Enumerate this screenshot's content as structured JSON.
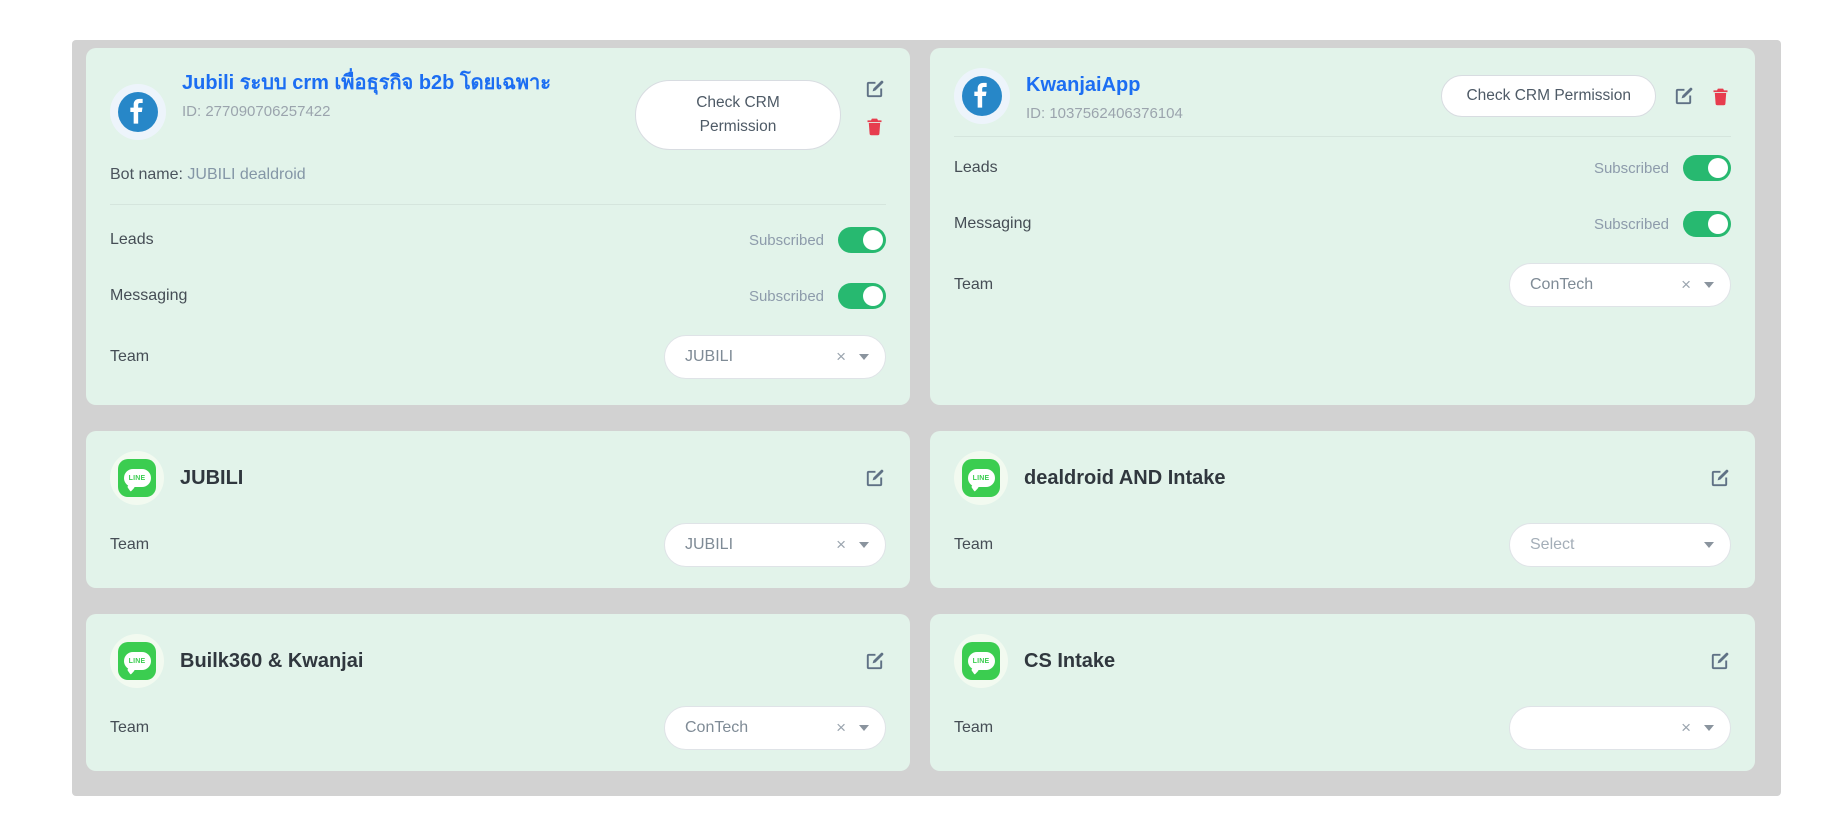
{
  "icons": {
    "clear": "×",
    "facebook": "f",
    "line_badge": "LINE"
  },
  "colors": {
    "page_bg": "#ffffff",
    "panel_bg": "#d2d2d2",
    "card_bg": "#e2f3ea",
    "accent_blue": "#1c6ef2",
    "toggle_green": "#27b970",
    "line_green": "#3bcd50",
    "facebook_blue": "#2787c8",
    "trash_red": "#e73c4e",
    "edit_slate": "#5f7185"
  },
  "fb_cards": [
    {
      "title": "Jubili ระบบ crm เพื่อธุรกิจ b2b โดยเฉพาะ",
      "id": "ID: 277090706257422",
      "check_button": "Check CRM Permission",
      "bot_name_label": "Bot name:",
      "bot_name_value": "JUBILI dealdroid",
      "leads_label": "Leads",
      "leads_status": "Subscribed",
      "messaging_label": "Messaging",
      "messaging_status": "Subscribed",
      "team_label": "Team",
      "team_value": "JUBILI"
    },
    {
      "title": "KwanjaiApp",
      "id": "ID: 1037562406376104",
      "check_button": "Check CRM Permission",
      "leads_label": "Leads",
      "leads_status": "Subscribed",
      "messaging_label": "Messaging",
      "messaging_status": "Subscribed",
      "team_label": "Team",
      "team_value": "ConTech"
    }
  ],
  "line_cards": [
    {
      "title": "JUBILI",
      "team_label": "Team",
      "team_value": "JUBILI"
    },
    {
      "title": "dealdroid AND Intake",
      "team_label": "Team",
      "team_value": "Select"
    },
    {
      "title": "Builk360 & Kwanjai",
      "team_label": "Team",
      "team_value": "ConTech"
    },
    {
      "title": "CS Intake",
      "team_label": "Team",
      "team_value": ""
    }
  ]
}
